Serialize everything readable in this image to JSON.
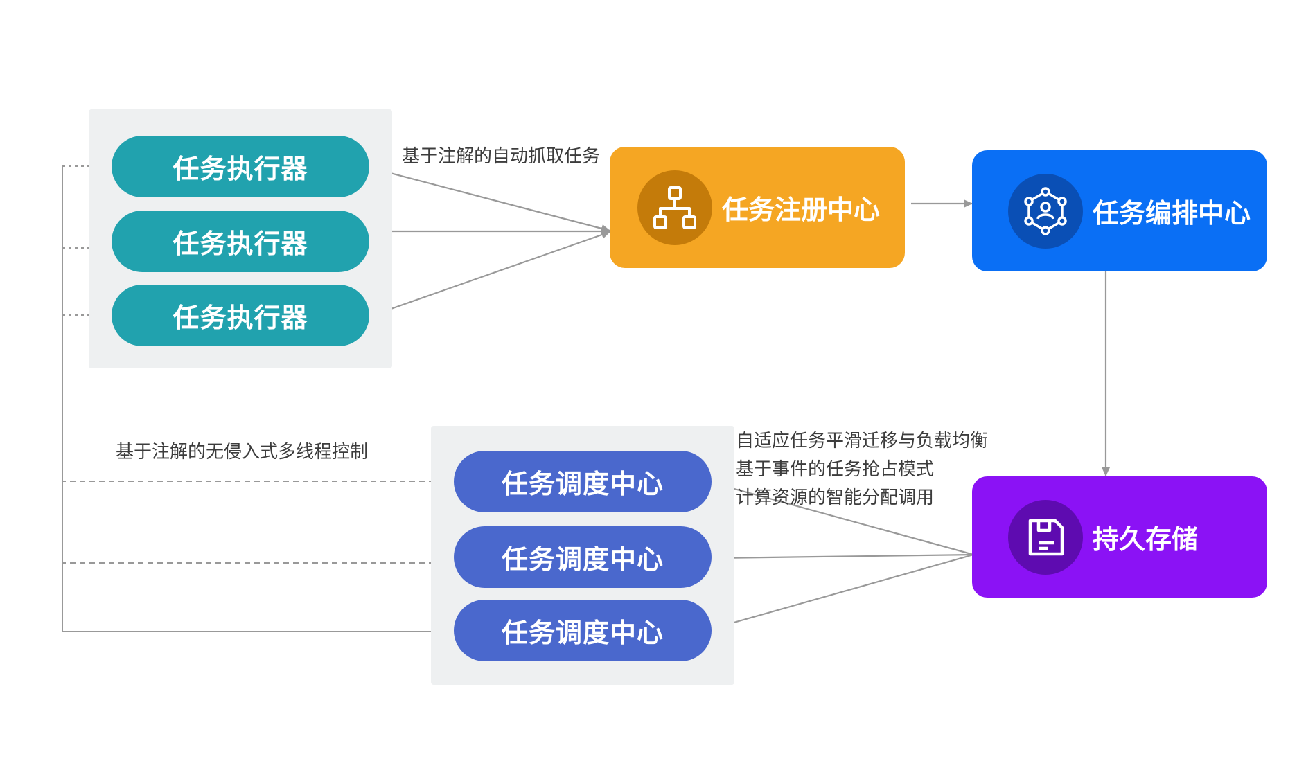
{
  "executors": [
    {
      "label": "任务执行器"
    },
    {
      "label": "任务执行器"
    },
    {
      "label": "任务执行器"
    }
  ],
  "schedulers": [
    {
      "label": "任务调度中心"
    },
    {
      "label": "任务调度中心"
    },
    {
      "label": "任务调度中心"
    }
  ],
  "registry": {
    "label": "任务注册中心",
    "color": "#f5a623",
    "icon_bg": "#c47b0a",
    "icon": "sitemap-icon"
  },
  "orchestration": {
    "label": "任务编排中心",
    "color": "#0a6ff5",
    "icon_bg": "#0a4fb5",
    "icon": "network-user-icon"
  },
  "storage": {
    "label": "持久存储",
    "color": "#8b12f5",
    "icon_bg": "#5e0bb0",
    "icon": "document-save-icon"
  },
  "annotations": {
    "auto_capture": "基于注解的自动抓取任务",
    "non_invasive": "基于注解的无侵入式多线程控制",
    "features": [
      "自适应任务平滑迁移与负载均衡",
      "基于事件的任务抢占模式",
      "计算资源的智能分配调用"
    ]
  }
}
